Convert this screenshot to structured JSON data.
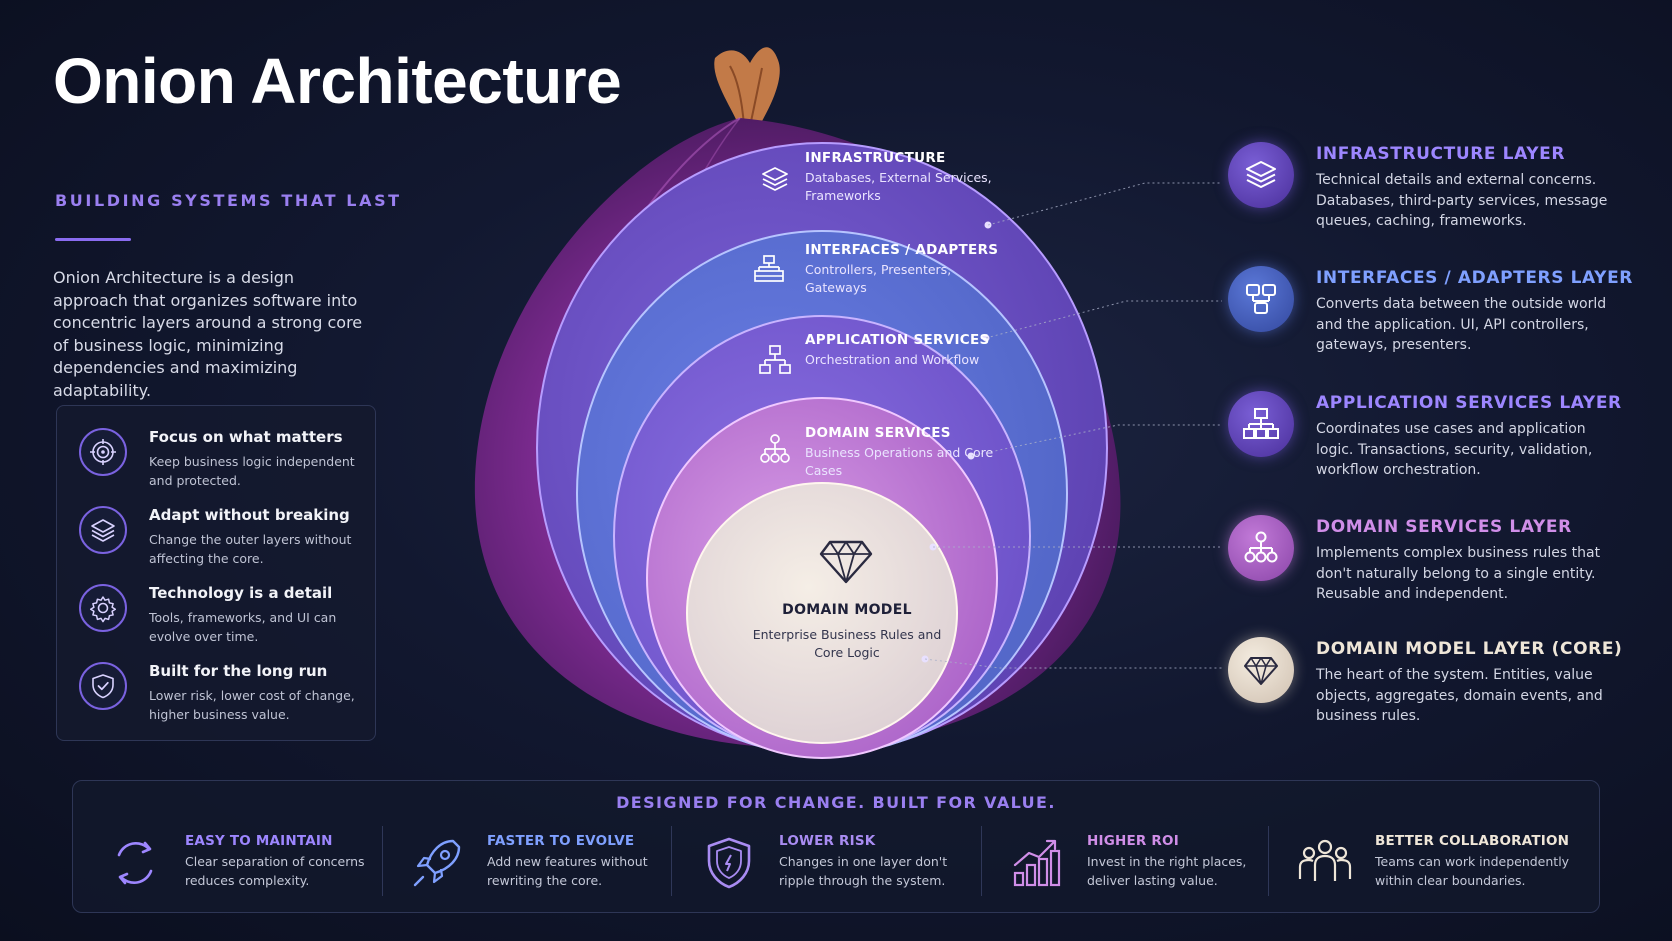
{
  "header": {
    "title": "Onion Architecture",
    "subtitle": "BUILDING SYSTEMS THAT LAST",
    "intro": "Onion Architecture is a design approach that organizes software into concentric layers around a strong core of business logic, minimizing dependencies and maximizing adaptability."
  },
  "principles": [
    {
      "icon": "target-icon",
      "title": "Focus on what matters",
      "desc": "Keep business logic independent and protected."
    },
    {
      "icon": "layers-icon",
      "title": "Adapt without breaking",
      "desc": "Change the outer layers without affecting the core."
    },
    {
      "icon": "gear-icon",
      "title": "Technology is a detail",
      "desc": "Tools, frameworks, and UI can evolve over time."
    },
    {
      "icon": "shield-check-icon",
      "title": "Built for the long run",
      "desc": "Lower risk, lower cost of change, higher business value."
    }
  ],
  "onion": {
    "rings": [
      {
        "icon": "layers-icon",
        "title": "INFRASTRUCTURE",
        "desc": "Databases, External Services, Frameworks"
      },
      {
        "icon": "adapter-icon",
        "title": "INTERFACES / ADAPTERS",
        "desc": "Controllers, Presenters, Gateways"
      },
      {
        "icon": "hierarchy-icon",
        "title": "APPLICATION SERVICES",
        "desc": "Orchestration and Workflow"
      },
      {
        "icon": "network-icon",
        "title": "DOMAIN SERVICES",
        "desc": "Business Operations and Core Cases"
      }
    ],
    "core": {
      "icon": "diamond-icon",
      "title": "DOMAIN MODEL",
      "desc": "Enterprise Business Rules and Core Logic"
    }
  },
  "layers": [
    {
      "icon": "layers-icon",
      "title": "INFRASTRUCTURE LAYER",
      "desc": "Technical details and external concerns. Databases, third-party services, message queues, caching, frameworks.",
      "color": "#9d86ff"
    },
    {
      "icon": "adapter-icon",
      "title": "INTERFACES / ADAPTERS LAYER",
      "desc": "Converts data between the outside world and the application. UI, API controllers, gateways, presenters.",
      "color": "#7fa0ff"
    },
    {
      "icon": "hierarchy-icon",
      "title": "APPLICATION SERVICES LAYER",
      "desc": "Coordinates use cases and application logic. Transactions, security, validation, workflow orchestration.",
      "color": "#9d86ff"
    },
    {
      "icon": "network-icon",
      "title": "DOMAIN SERVICES LAYER",
      "desc": "Implements complex business rules that don't naturally belong to a single entity. Reusable and independent.",
      "color": "#d08ee8"
    },
    {
      "icon": "diamond-icon",
      "title": "DOMAIN MODEL LAYER (CORE)",
      "desc": "The heart of the system. Entities, value objects, aggregates, domain events, and business rules.",
      "color": "#efe6d8"
    }
  ],
  "benefits": {
    "title": "DESIGNED FOR CHANGE. BUILT FOR VALUE.",
    "items": [
      {
        "icon": "cycle-arrows-icon",
        "title": "EASY TO MAINTAIN",
        "desc": "Clear separation of concerns reduces complexity.",
        "color": "#9d86ff"
      },
      {
        "icon": "rocket-icon",
        "title": "FASTER TO EVOLVE",
        "desc": "Add new features without rewriting the core.",
        "color": "#7fa0ff"
      },
      {
        "icon": "shield-icon",
        "title": "LOWER RISK",
        "desc": "Changes in one layer don't ripple through the system.",
        "color": "#a98cf2"
      },
      {
        "icon": "bar-chart-icon",
        "title": "HIGHER ROI",
        "desc": "Invest in the right places, deliver lasting value.",
        "color": "#d08ee8"
      },
      {
        "icon": "team-icon",
        "title": "BETTER COLLABORATION",
        "desc": "Teams can work independently within clear boundaries.",
        "color": "#efe6d8"
      }
    ]
  }
}
